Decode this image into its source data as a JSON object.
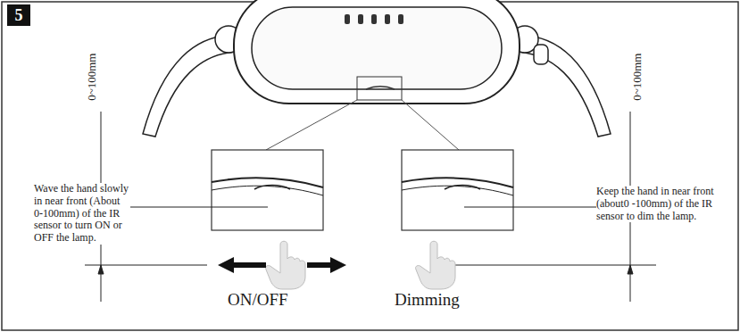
{
  "diagram": {
    "nodes": [
      {
        "text": [
          "5"
        ]
      }
    ],
    "labels": [
      "0~100mm",
      "Wave the hand slowly in near front (About 0-100mm) of the IR sensor to turn ON or OFF the lamp.",
      "ON/OFF",
      "Dimming",
      "0~100mm",
      "Keep the hand in near front (about0 -100mm) of the IR sensor to dim the lamp."
    ]
  }
}
